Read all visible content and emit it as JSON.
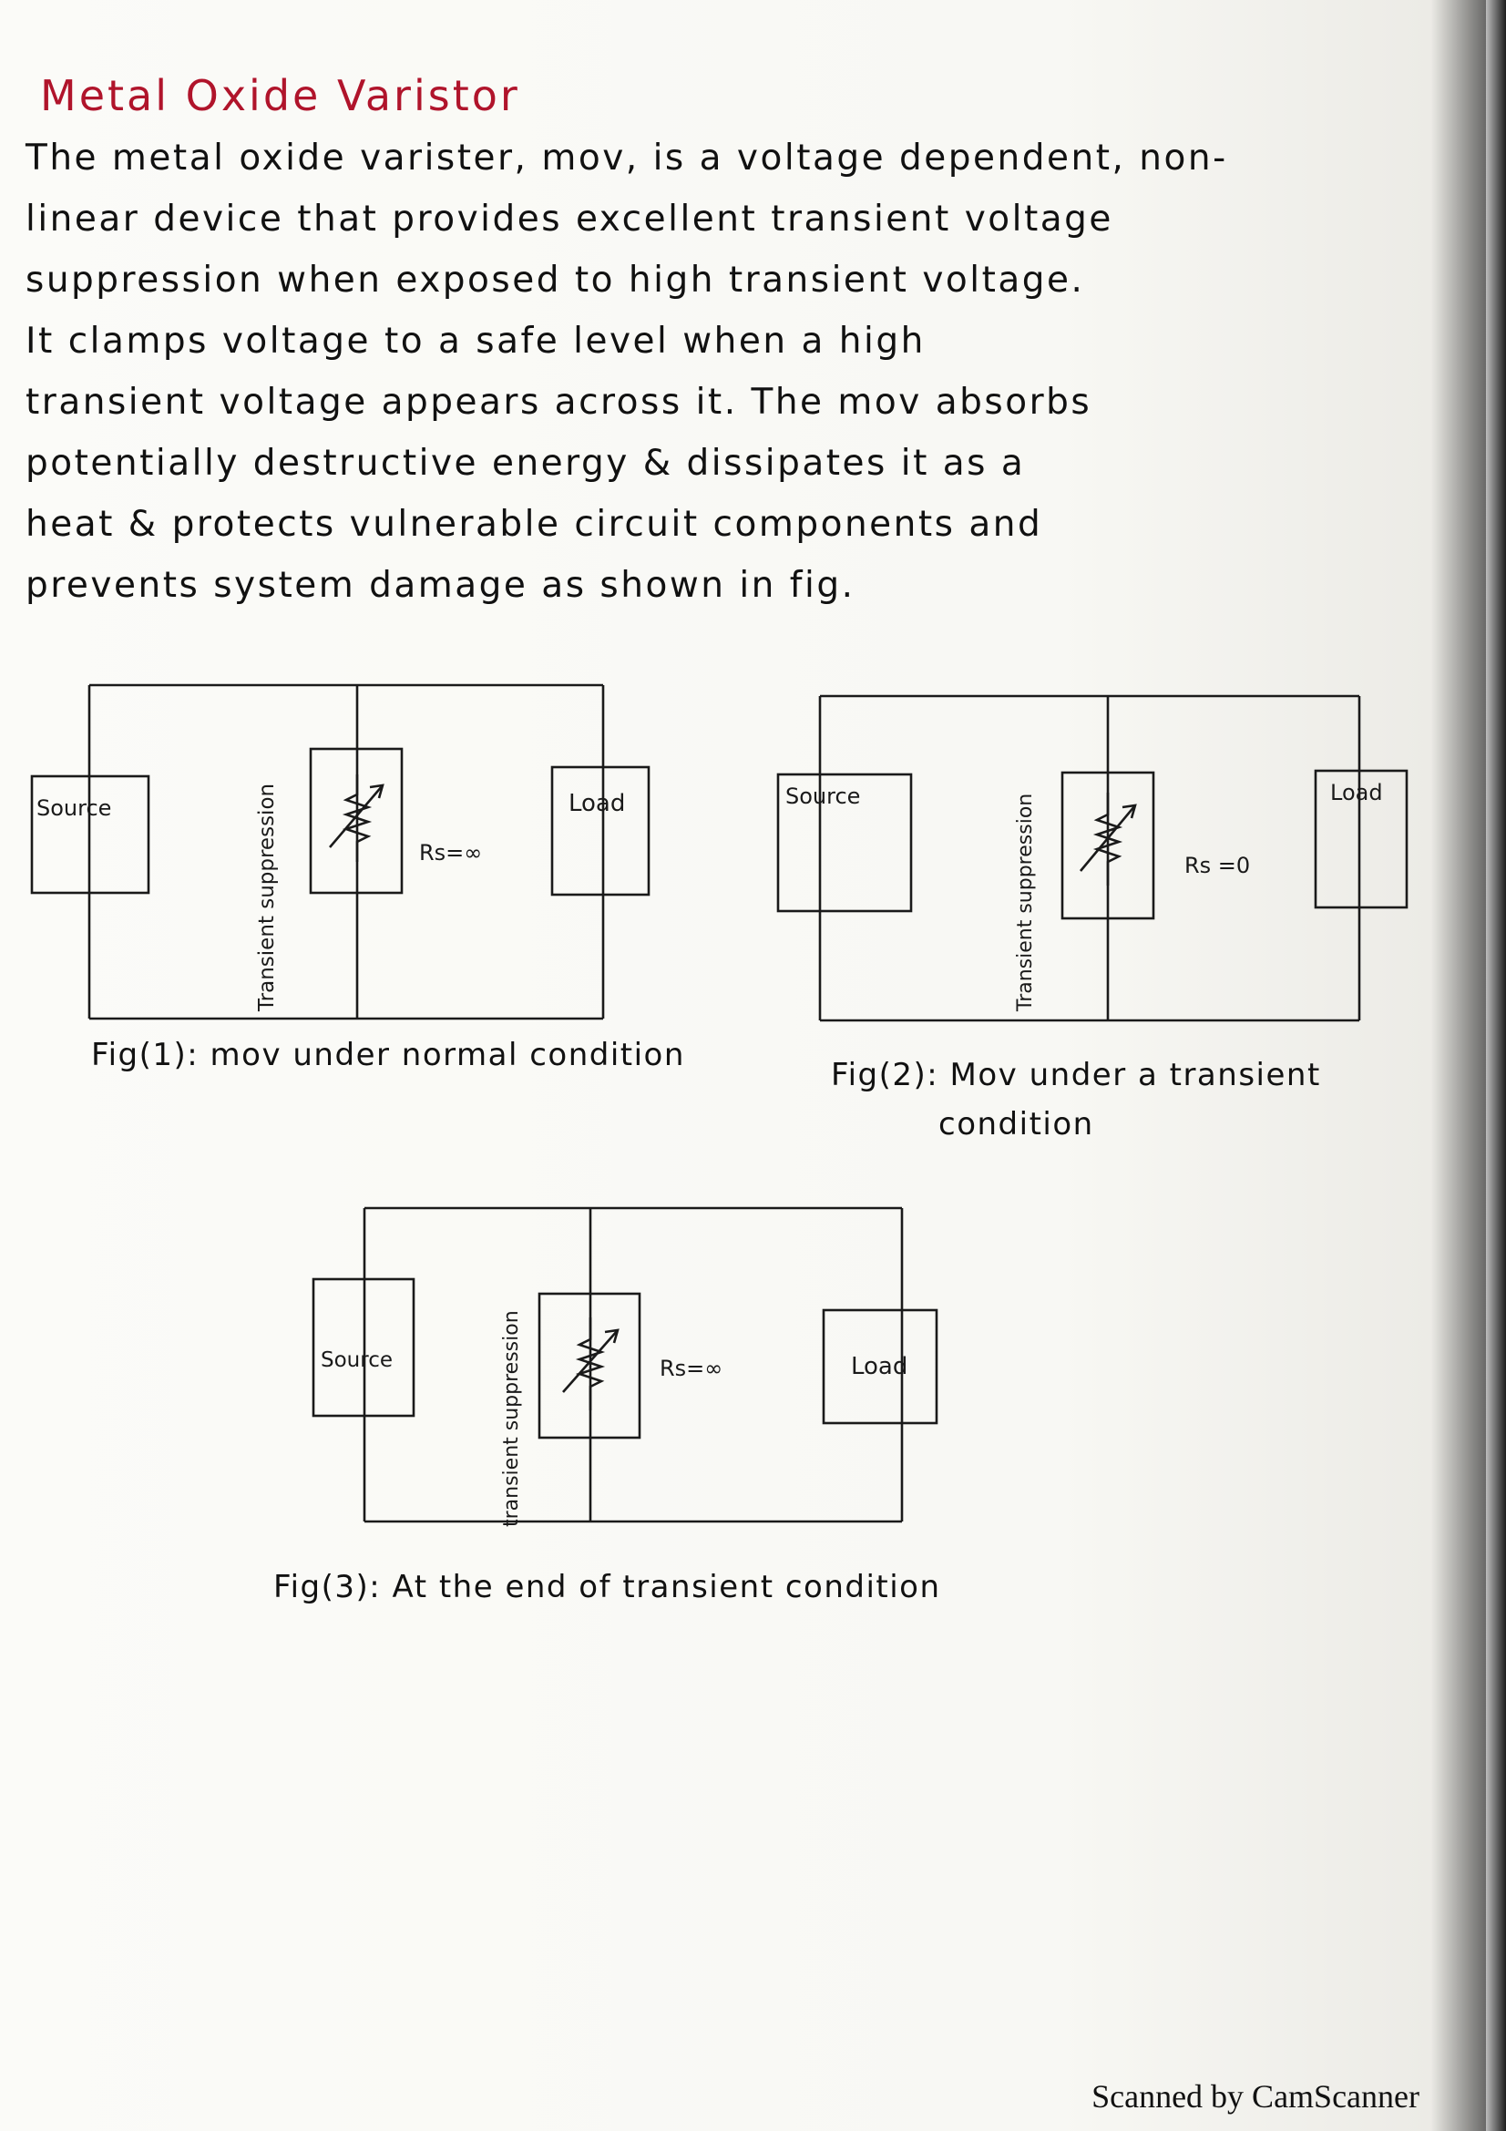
{
  "title": "Metal Oxide Varistor",
  "body_lines": [
    "The metal oxide varister, mov, is a voltage dependent, non-",
    "linear device that provides excellent transient voltage",
    "suppression when exposed to high transient voltage.",
    "It clamps voltage to a safe level when a high",
    "transient voltage appears across it. The mov absorbs",
    "potentially destructive energy & dissipates it as a",
    "heat & protects vulnerable circuit components and",
    "prevents system damage as shown in fig."
  ],
  "figures": [
    {
      "source_label": "Source",
      "load_label": "Load",
      "side_label": "Transient suppression",
      "rs_label": "Rs=∞",
      "caption": "Fig(1): mov under normal condition"
    },
    {
      "source_label": "Source",
      "load_label": "Load",
      "side_label": "Transient suppression",
      "rs_label": "Rs =0",
      "caption_line1": "Fig(2): Mov under a transient",
      "caption_line2": "condition"
    },
    {
      "source_label": "Source",
      "load_label": "Load",
      "side_label": "transient suppression",
      "rs_label": "Rs=∞",
      "caption": "Fig(3): At the end of transient condition"
    }
  ],
  "footer": "Scanned by CamScanner"
}
